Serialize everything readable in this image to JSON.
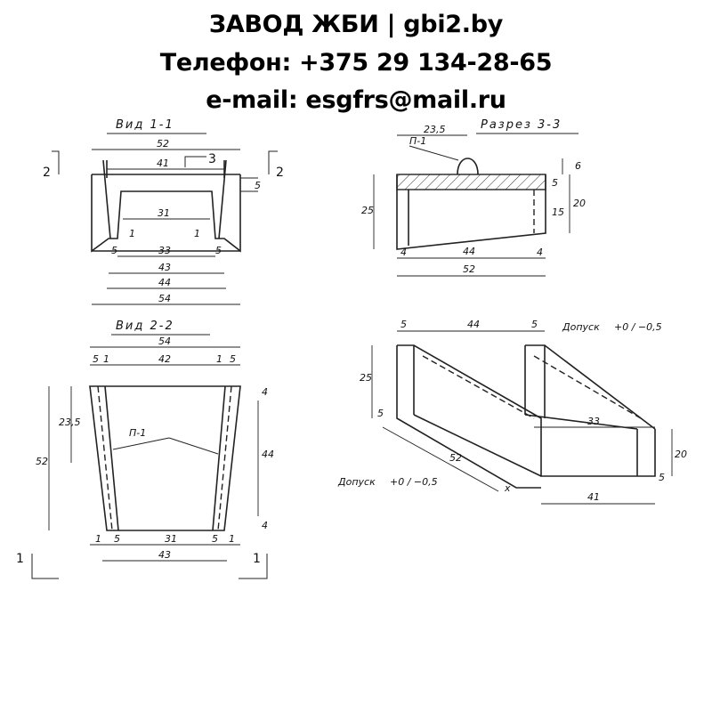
{
  "header": {
    "line1": "ЗАВОД ЖБИ | gbi2.by",
    "line2": "Телефон: +375 29 134-28-65",
    "line3": "e-mail: esgfrs@mail.ru"
  },
  "view11": {
    "title": "Вид 1-1",
    "d52": "52",
    "d41": "41",
    "d31": "31",
    "d33": "33",
    "d43": "43",
    "d44": "44",
    "d54": "54",
    "d5a": "5",
    "d5b": "5",
    "d5c": "5",
    "d1": "1",
    "d1b": "1",
    "cut3": "3",
    "sec2l": "2",
    "sec2r": "2"
  },
  "section33": {
    "title": "Разрез 3-3",
    "p1": "П-1",
    "d235": "23,5",
    "d6": "6",
    "d5": "5",
    "d20": "20",
    "d15": "15",
    "d25": "25",
    "d4a": "4",
    "d4b": "4",
    "d44": "44",
    "d52": "52"
  },
  "view22": {
    "title": "Вид 2-2",
    "d54": "54",
    "d42": "42",
    "d5l": "5",
    "d1l": "1",
    "d1r": "1",
    "d5r": "5",
    "d235": "23,5",
    "d52": "52",
    "d44": "44",
    "d4t": "4",
    "d4b": "4",
    "p1": "П-1",
    "b1l": "1",
    "b5l": "5",
    "b31": "31",
    "b5r": "5",
    "b1r": "1",
    "b43": "43",
    "sec1l": "1",
    "sec1r": "1"
  },
  "iso": {
    "tol_top": "Допуск",
    "tol_top_val": "+0 / −0,5",
    "tol_bot": "Допуск",
    "tol_bot_val": "+0 / −0,5",
    "d5a": "5",
    "d44": "44",
    "d5b": "5",
    "d25": "25",
    "d5c": "5",
    "d33": "33",
    "d52": "52",
    "d20": "20",
    "d5d": "5",
    "d41": "41",
    "x": "x"
  }
}
